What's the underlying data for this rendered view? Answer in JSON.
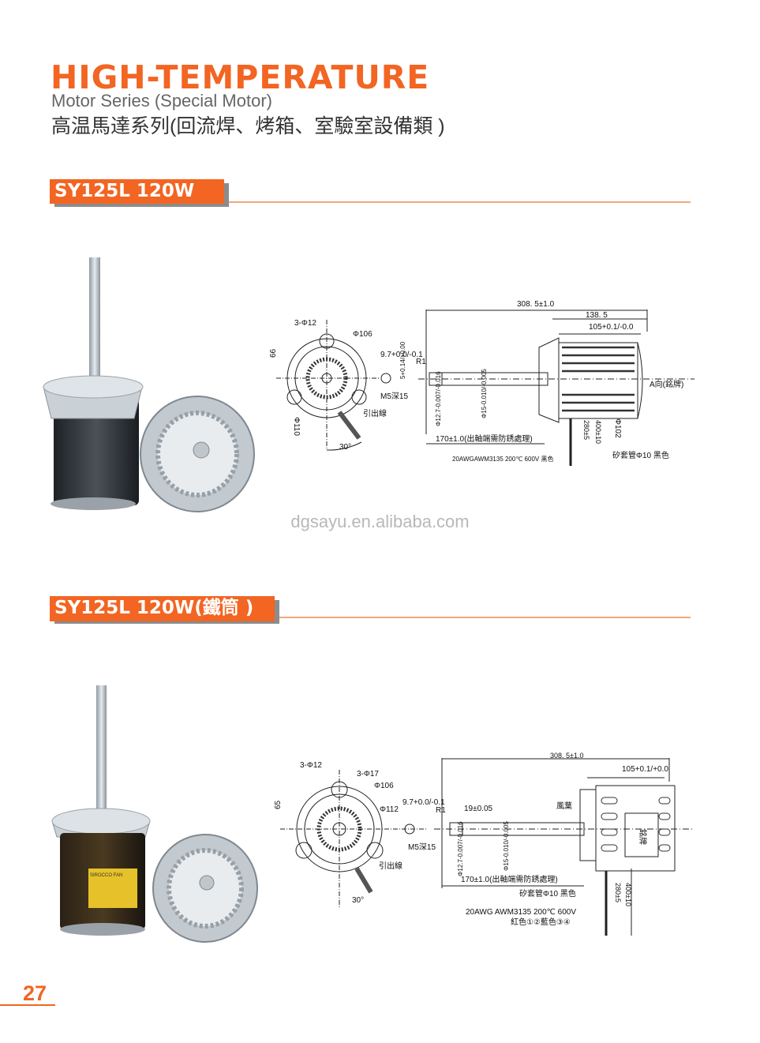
{
  "header": {
    "title": "HIGH-TEMPERATURE",
    "subtitle": "Motor Series (Special Motor)",
    "subtitle_cn": "高温馬達系列(回流焊、烤箱、室驗室設備類 )"
  },
  "colors": {
    "accent": "#f26522",
    "rule": "#f2a878",
    "shadow": "#8c8c8c"
  },
  "sections": [
    {
      "label": "SY125L   120W",
      "drawing": {
        "overall_length": "308. 5±1.0",
        "body_length": "138. 5",
        "stator_length": "105+0.1/-0.0",
        "holes": "3-Φ12",
        "pcd": "Φ106",
        "height": "66",
        "key_width": "9.7+0.0/-0.1",
        "flat": "5+0.14/+0.00",
        "radius": "R1",
        "tap": "M5深15",
        "view_note": "A向(銘牌)",
        "shaft_tip": "Φ12.7-0.007/-0.016",
        "shaft_dia": "Φ15-0.010/-0.005",
        "lead_label": "引出線",
        "flange_dia": "Φ110",
        "body_dia": "Φ102",
        "lead_280": "280±5",
        "lead_400": "400±10",
        "shaft_length": "170±1.0(出軸端需防銹處理)",
        "angle": "30°",
        "sleeve": "矽套管Φ10 黑色",
        "wire": "20AWGAWM3135 200℃ 600V 黑色"
      }
    },
    {
      "label": "SY125L  120W(鐵筒 )",
      "drawing": {
        "overall_length": "308. 5±1.0",
        "holes": "3-Φ12",
        "holes2": "3-Φ17",
        "stator_length": "105+0.1/+0.0",
        "pcd": "Φ106",
        "height": "65",
        "key_width": "9.7+0.0/-0.1",
        "outer_dia": "Φ112",
        "radius": "R1",
        "tip_length": "19±0.05",
        "fan": "風葉",
        "nameplate": "銘牌",
        "tap": "M5深15",
        "shaft_tip": "Φ12.7-0.007/-0.016",
        "shaft_dia": "Φ15-0.010/-0.005",
        "lead_label": "引出線",
        "shaft_length": "170±1.0(出軸端需防銹處理)",
        "sleeve": "矽套管Φ10 黑色",
        "lead_400": "400±10",
        "lead_280": "280±5",
        "angle": "30°",
        "wire": "20AWG AWM3135 200℃ 600V",
        "wire_colors": "紅色①②藍色③④",
        "photo_label": "SIROCCO FAN"
      }
    }
  ],
  "watermark": "dgsayu.en.alibaba.com",
  "page_number": "27"
}
